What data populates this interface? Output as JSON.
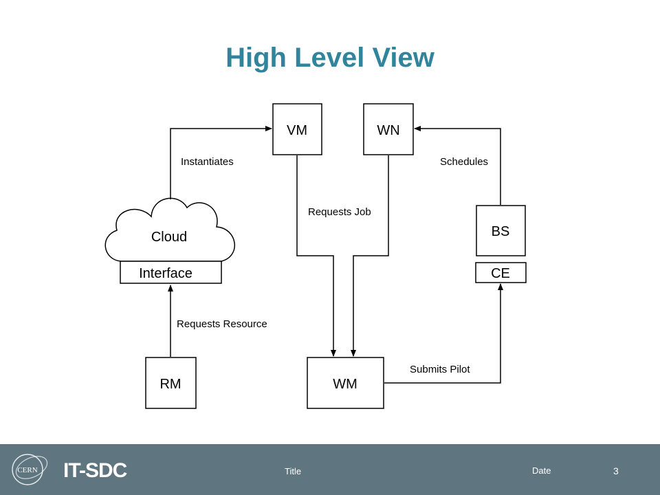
{
  "slide": {
    "title": "High Level View"
  },
  "diagram": {
    "nodes": {
      "vm": "VM",
      "wn": "WN",
      "bs": "BS",
      "ce": "CE",
      "rm": "RM",
      "wm": "WM",
      "cloud": "Cloud",
      "interface": "Interface"
    },
    "edges": {
      "instantiates": "Instantiates",
      "schedules": "Schedules",
      "requests_job": "Requests Job",
      "requests_resource": "Requests Resource",
      "submits_pilot": "Submits Pilot"
    }
  },
  "footer": {
    "logo_text": "CERN",
    "brand": "IT-SDC",
    "title": "Title",
    "date": "Date",
    "page_number": "3"
  }
}
